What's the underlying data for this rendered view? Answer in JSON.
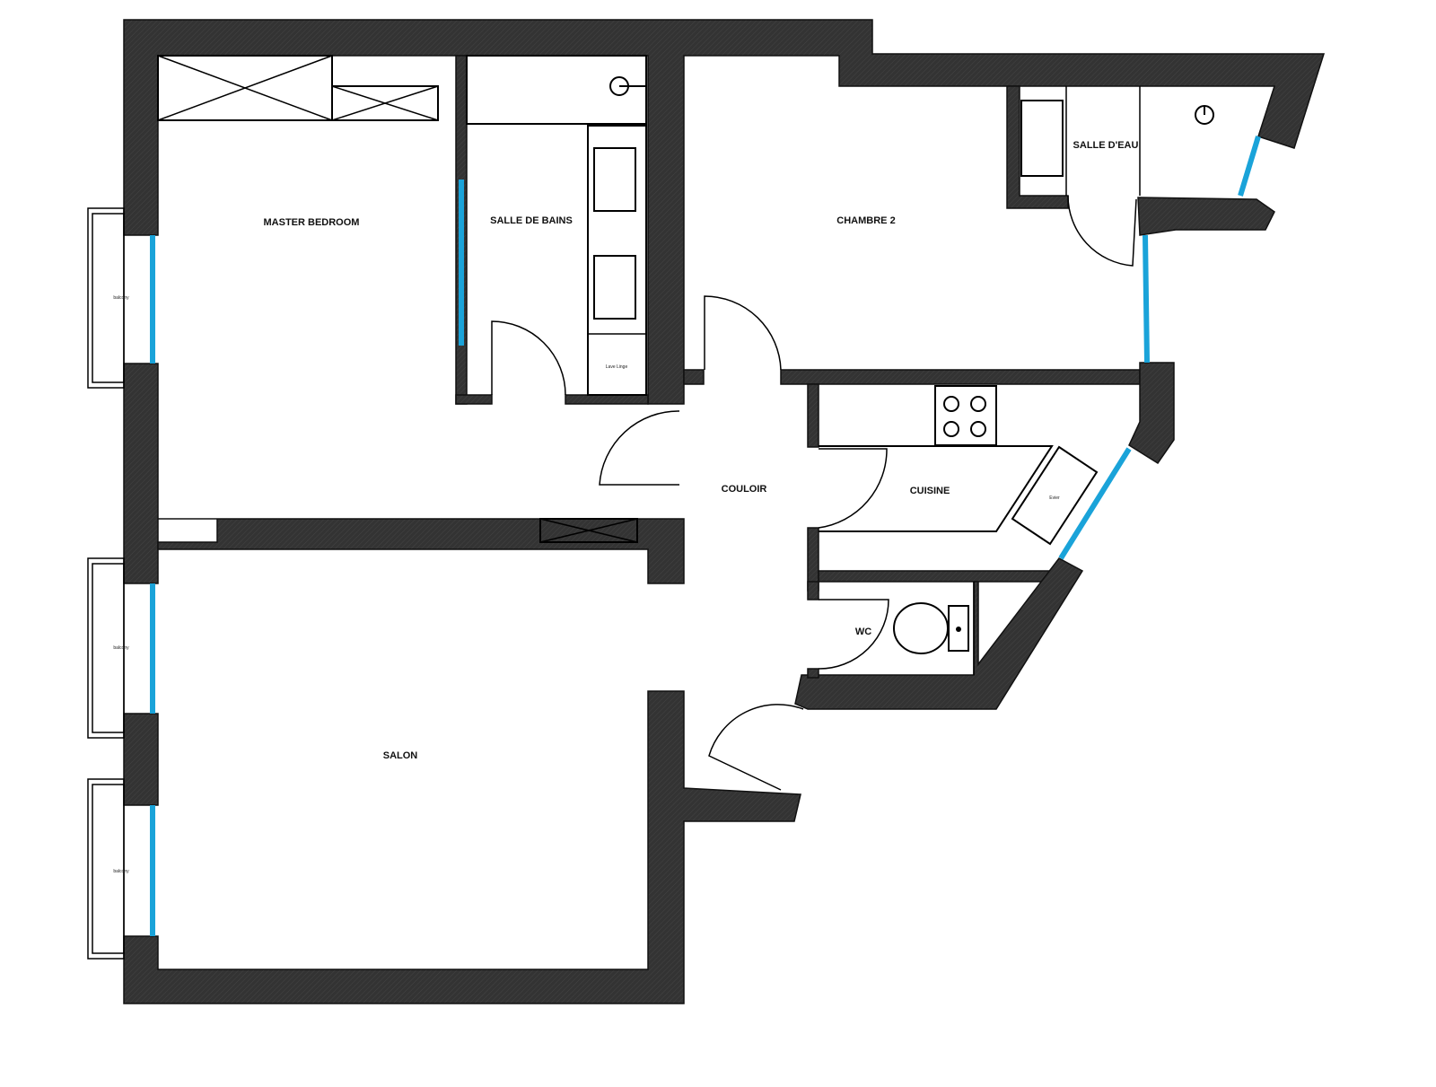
{
  "rooms": {
    "master_bedroom": "MASTER BEDROOM",
    "salle_de_bains": "SALLE DE BAINS",
    "chambre_2": "CHAMBRE 2",
    "salle_deau": "SALLE D'EAU",
    "couloir": "COULOIR",
    "cuisine": "CUISINE",
    "wc": "WC",
    "salon": "SALON"
  },
  "fixtures": {
    "balcony_1": "balcony",
    "balcony_2": "balcony",
    "balcony_3": "balcony",
    "washer": "Lave Linge",
    "sink": "Evier"
  },
  "colors": {
    "wall": "#333333",
    "window": "#1aa3d9"
  }
}
